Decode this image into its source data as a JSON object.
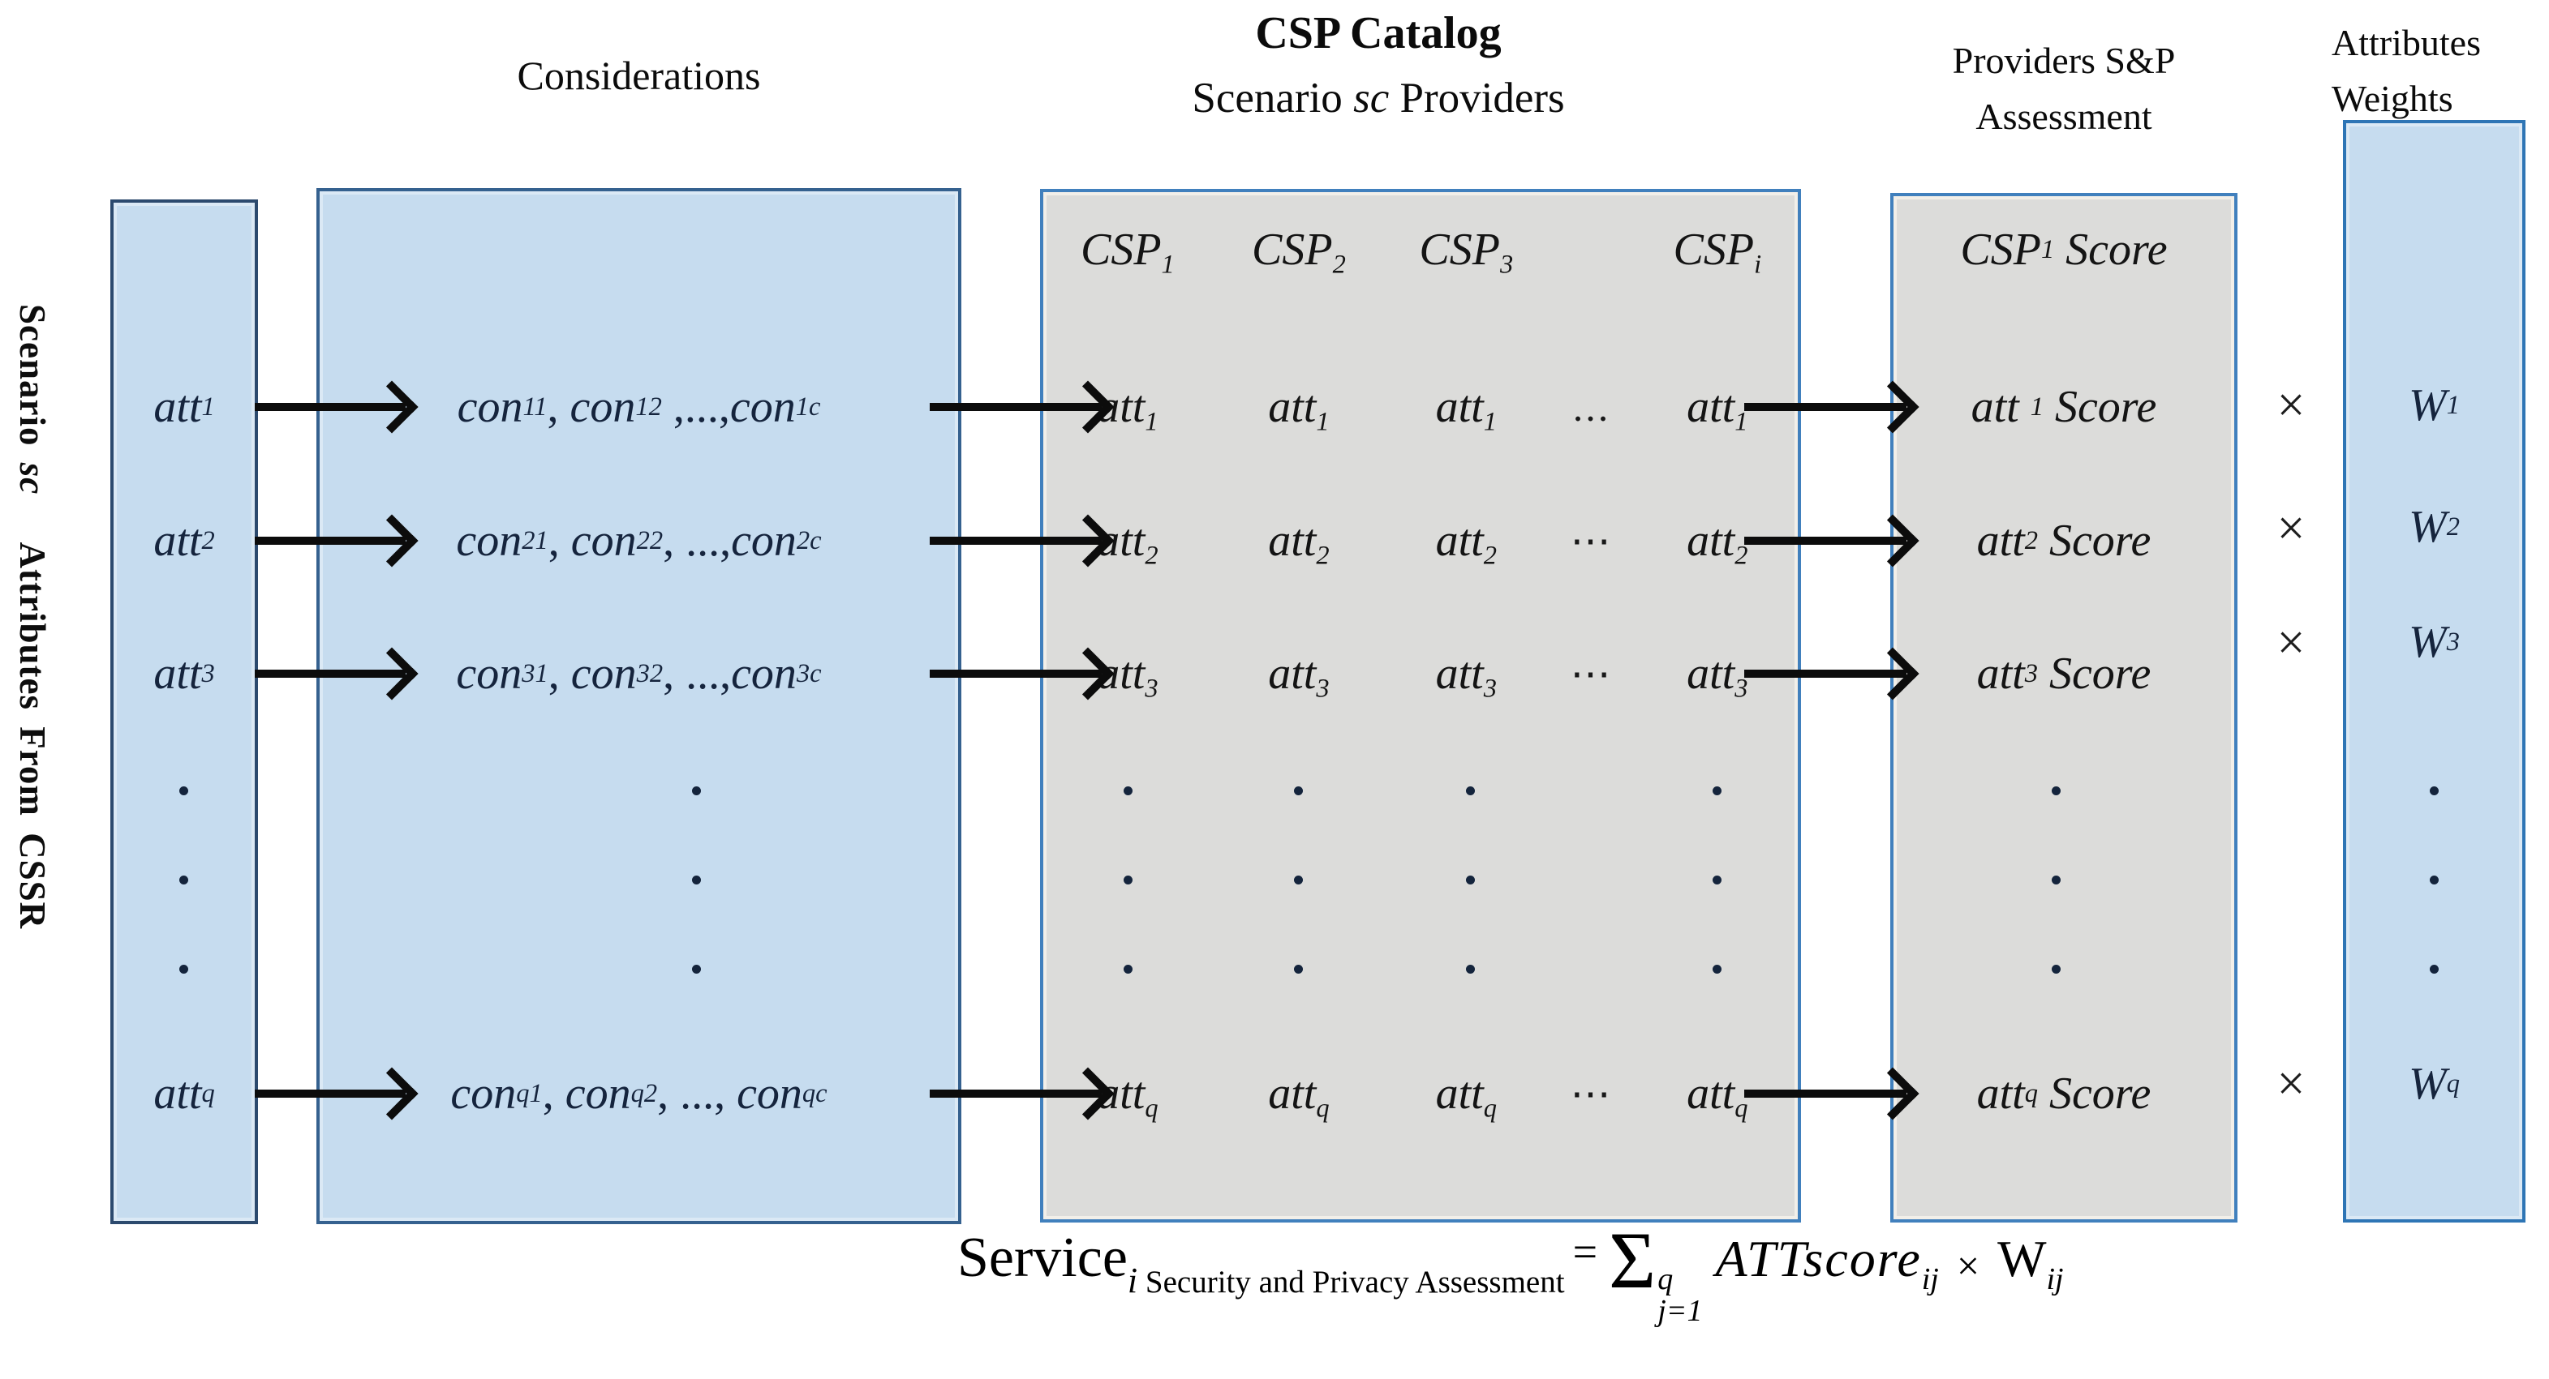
{
  "left_label": {
    "parts": [
      {
        "t": "Scenario ",
        "u": 1
      },
      {
        "t": "sc"
      },
      {
        "t": "   Attributes From CSSR",
        "u": 1
      }
    ]
  },
  "titles": {
    "considerations": "Considerations",
    "csp_catalog": "CSP Catalog",
    "csp_catalog_sub_parts": [
      {
        "t": "Scenario ",
        "u": 1
      },
      {
        "t": "sc"
      },
      {
        "t": " Providers",
        "u": 1
      }
    ],
    "assessment_line1": "Providers S&P",
    "assessment_line2": "Assessment",
    "weights_line1": "Attributes",
    "weights_line2": "Weights"
  },
  "catalog_headers": [
    [
      {
        "t": "CSP",
        "s": "1"
      }
    ],
    [
      {
        "t": "CSP",
        "s": "2"
      }
    ],
    [
      {
        "t": "CSP",
        "s": "3"
      }
    ],
    [
      {
        "t": "CSP",
        "s": "i"
      }
    ]
  ],
  "assessment_header": [
    {
      "t": "CSP",
      "s": "1"
    },
    {
      "t": " Score"
    }
  ],
  "rows": [
    {
      "att": [
        {
          "t": "att",
          "s": "1"
        }
      ],
      "con": [
        {
          "t": "con",
          "s": "11"
        },
        {
          "t": ", ",
          "u": 1
        },
        {
          "t": "con",
          "s": "12"
        },
        {
          "t": " ,...,",
          "u": 1
        },
        {
          "t": "con",
          "s": "1c"
        }
      ],
      "hdots": "...",
      "score": [
        {
          "t": "att ",
          "s": "1"
        },
        {
          "t": " Score"
        }
      ],
      "weight": [
        {
          "t": "W",
          "s": "1"
        }
      ]
    },
    {
      "att": [
        {
          "t": "att",
          "s": "2"
        }
      ],
      "con": [
        {
          "t": "con",
          "s": "21"
        },
        {
          "t": ", ",
          "u": 1
        },
        {
          "t": "con",
          "s": "22"
        },
        {
          "t": ", ...,",
          "u": 1
        },
        {
          "t": "con",
          "s": "2c"
        }
      ],
      "hdots": "⋯",
      "score": [
        {
          "t": "att",
          "s": "2"
        },
        {
          "t": " Score"
        }
      ],
      "weight": [
        {
          "t": "W",
          "s": "2"
        }
      ]
    },
    {
      "att": [
        {
          "t": "att",
          "s": "3"
        }
      ],
      "con": [
        {
          "t": "con",
          "s": "31"
        },
        {
          "t": ", ",
          "u": 1
        },
        {
          "t": "con",
          "s": "32"
        },
        {
          "t": ", ...,",
          "u": 1
        },
        {
          "t": "con",
          "s": "3c"
        }
      ],
      "hdots": "⋯",
      "score": [
        {
          "t": "att",
          "s": "3"
        },
        {
          "t": " Score"
        }
      ],
      "weight": [
        {
          "t": "W",
          "s": "3"
        }
      ]
    },
    {
      "att": [
        {
          "t": "att",
          "s": "q"
        }
      ],
      "con": [
        {
          "t": "con",
          "s": "q1"
        },
        {
          "t": ", ",
          "u": 1
        },
        {
          "t": "con",
          "s": "q2"
        },
        {
          "t": ", ..., ",
          "u": 1
        },
        {
          "t": "con",
          "s": "qc"
        }
      ],
      "hdots": "⋯",
      "score": [
        {
          "t": "att",
          "s": "q"
        },
        {
          "t": " Score"
        }
      ],
      "weight": [
        {
          "t": "W",
          "s": "q"
        }
      ]
    }
  ],
  "times_symbol": "×",
  "formula": {
    "service": "Service",
    "sub_i": "i",
    "sub_text": " Security and Privacy Assessment",
    "equals": "=",
    "sigma": "Σ",
    "sum_upper": "q",
    "sum_lower": "j=1",
    "attscore": "ATTscore",
    "attscore_sub": "ij",
    "times": "×",
    "w": "W",
    "w_sub": "ij"
  },
  "colors": {
    "blue_box_fill": "#c6dcef",
    "blue_box_border": "#35618f",
    "gray_box_fill": "#dcdcda",
    "gray_box_border": "#4180bd",
    "text_navy": "#15243d",
    "arrow_black": "#0c0c0c"
  }
}
